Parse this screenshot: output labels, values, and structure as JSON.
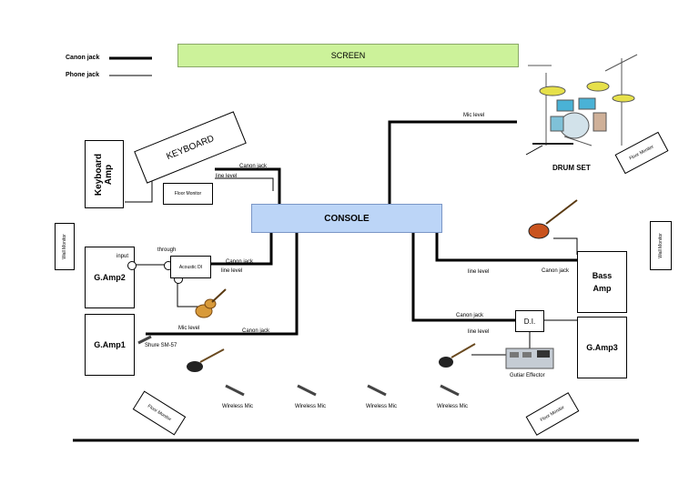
{
  "legend": {
    "canon": "Canon jack",
    "phone": "Phone jack"
  },
  "screen": {
    "label": "SCREEN",
    "color": "#ccf29a"
  },
  "console": {
    "label": "CONSOLE",
    "color": "#bcd5f7"
  },
  "keyboard": {
    "label": "KEYBOARD",
    "amp": "Keyboard Amp",
    "floor_monitor": "Floor Monitor",
    "canon": "Canon jack",
    "line": "line level"
  },
  "drums": {
    "label": "DRUM SET",
    "mic": "Mic level",
    "floor_monitor": "Floor Monitor"
  },
  "gamp2": {
    "label": "G.Amp2",
    "input": "input",
    "through": "through",
    "di": "Acoustic DI",
    "canon": "Canon jack",
    "line": "line level"
  },
  "gamp1": {
    "label": "G.Amp1",
    "mic_model": "Shure SM-57",
    "mic": "Mic level",
    "canon": "Canon jack"
  },
  "bass": {
    "label": "Bass Amp",
    "canon": "Canon jack",
    "line": "line level"
  },
  "di": {
    "label": "D.I.",
    "canon": "Canon jack",
    "line": "line level"
  },
  "gamp3": {
    "label": "G.Amp3",
    "effector": "Gutiar Effector"
  },
  "wall_monitor_left": "Wall Monitor",
  "wall_monitor_right": "Wall Monitor",
  "floor_monitor_left": "Floor Monitor",
  "floor_monitor_right": "Floor Monitor",
  "wireless": [
    "Wireless Mic",
    "Wireless Mic",
    "Wireless Mic",
    "Wireless Mic"
  ]
}
